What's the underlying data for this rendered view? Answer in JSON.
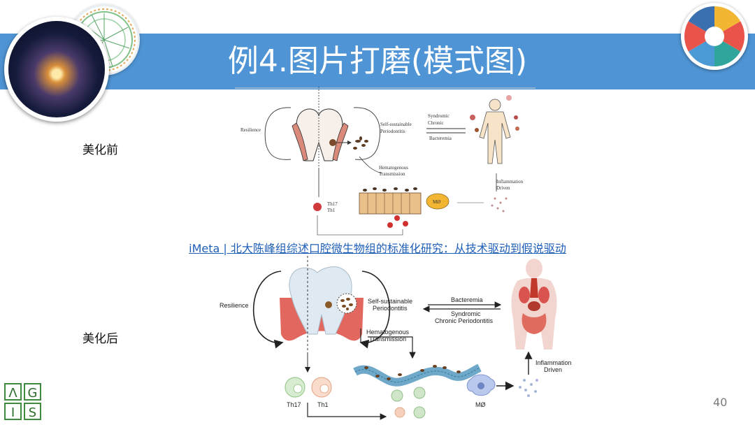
{
  "slide": {
    "title": "例4.图片打磨(模式图)",
    "before_label": "美化前",
    "after_label": "美化后",
    "link_text": "iMeta | 北大陈峰组综述口腔微生物组的标准化研究：从技术驱动到假说驱动",
    "page_number": "40",
    "logo_letters": [
      "Λ",
      "G",
      "I",
      "S"
    ]
  },
  "figure_before": {
    "resilience": "Resilience",
    "self_sustainable": "Self-sustainable",
    "periodontitis": "Periodontitis",
    "syndromic": "Syndromic",
    "chronic": "Chronic",
    "bacteremia": "Bacteremia",
    "hematogenous": "Hematogenous",
    "transmission": "Transmission",
    "inflammation": "Inflammation",
    "driven": "Driven",
    "th17": "Th17",
    "th1": "Th1",
    "macrophage": "MØ"
  },
  "figure_after": {
    "resilience": "Resilience",
    "self_sustainable": "Self-sustainable",
    "periodontitis": "Periodontitis",
    "bacteremia": "Bacteremia",
    "syndromic": "Syndromic",
    "chronic_periodontitis": "Chronic Periodontitis",
    "hematogenous": "Hematogenous",
    "transmission": "Transmission",
    "inflammation": "Inflammation",
    "driven": "Driven",
    "th17": "Th17",
    "th1": "Th1",
    "macrophage": "MØ"
  },
  "colors": {
    "title_bar": "#4f94d4",
    "link": "#1f5fb7",
    "gum": "#e2685f",
    "tooth": "#dfe9f1",
    "logo_green": "#3f8a3f"
  }
}
